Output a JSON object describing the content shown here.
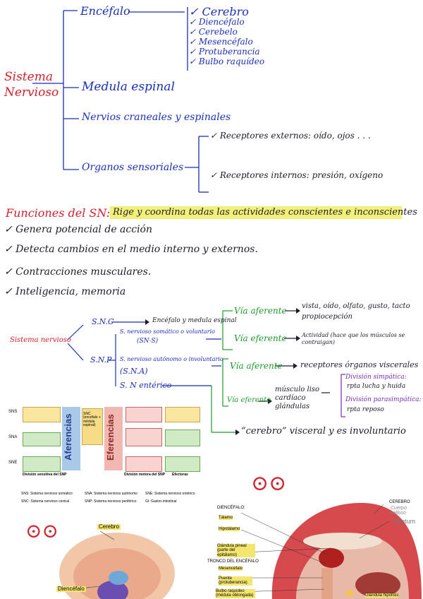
{
  "diagram1": {
    "root": "Sistema Nervioso",
    "encefalo": "Encéfalo",
    "encefalo_parts": [
      "✓ Cerebro",
      "✓ Diencéfalo",
      "✓ Cerebelo",
      "✓ Mesencéfalo",
      "✓ Protuberancia",
      "✓ Bulbo raquídeo"
    ],
    "medula": "Medula espinal",
    "nervios": "Nervios craneales y espinales",
    "organos": "Organos sensoriales",
    "receptores_externos": "✓ Receptores externos: oído, ojos . . .",
    "receptores_internos": "✓ Receptores internos: presión, oxígeno"
  },
  "funciones": {
    "title": "Funciones del SN:",
    "highlight": "Rige y coordina todas las actividades conscientes e inconscientes",
    "items": [
      "✓ Genera potencial de acción",
      "✓ Detecta cambios en el medio interno y externos.",
      "✓ Contracciones musculares.",
      "✓ Inteligencia, memoria"
    ]
  },
  "diagram2": {
    "root": "Sistema nervioso",
    "snc": "S.N.C",
    "snc_target": "Encéfalo y medula espinal",
    "snp": "S.N.P",
    "snp_somatico": "S. nervioso somático o voluntario",
    "snp_somatico_abbr": "(SN·S)",
    "snp_autonomo": "S. nervioso autónomo o involuntario",
    "snp_autonomo_abbr": "(S.N.A)",
    "snp_enterico": "S. N entérico",
    "via_aferente_1": "Vía aferente",
    "via_aferente_1_target": "vista, oído, olfato, gusto, tacto",
    "via_aferente_1_target2": "propiocepción",
    "via_eferente_1": "Vía eferente",
    "via_eferente_1_target": "Actividad (hace que los músculos se contraigan)",
    "via_aferente_2": "Vía aferente",
    "via_aferente_2_target": "receptores órganos viscerales",
    "via_eferente_2": "Vía eferente",
    "via_eferente_2_target": [
      "músculo liso",
      "cardíaco",
      "glándulas"
    ],
    "simpatica": "División simpática:",
    "simpatica_desc": "rpta lucha y huida",
    "parasimpatica": "División parasimpática:",
    "parasimpatica_desc": "rpta reposo",
    "cerebro_visceral": "“cerebro” visceral y es involuntario"
  },
  "figure_snp": {
    "row_labels": [
      "SNS",
      "SNA",
      "SNE"
    ],
    "afferent": "Aferencias",
    "efferent": "Eferencias",
    "center": "SNC (encéfalo + médula espinal)",
    "caption_left": "División sensitiva del SNP",
    "caption_mid": "División motora del SNP",
    "caption_right": "Efectoras",
    "legend": [
      "SNS: Sistema nervioso somático",
      "SNA: Sistema nervioso autónomo",
      "SNE: Sistema nervioso entérico",
      "SNC: Sistema nervioso central",
      "SNP: Sistema nervioso periférico",
      "GI: Gastro-intestinal"
    ]
  },
  "figure_brain_small": {
    "labels": [
      "Cerebro",
      "Diencéfalo"
    ]
  },
  "figure_brain_large": {
    "left_labels": [
      "DIENCÉFALO:",
      "Tálamo",
      "Hipotálamo",
      "Glándula pineal (parte del epitálamo)",
      "TRONCO DEL ENCÉFALO",
      "Mesencéfalo",
      "Puente (protuberancia)",
      "Bulbo raquídeo (médula oblongada)"
    ],
    "right_labels": [
      "CEREBRO",
      "Cuerpo calloso",
      "Septum",
      "Glándula hipófisis"
    ]
  }
}
